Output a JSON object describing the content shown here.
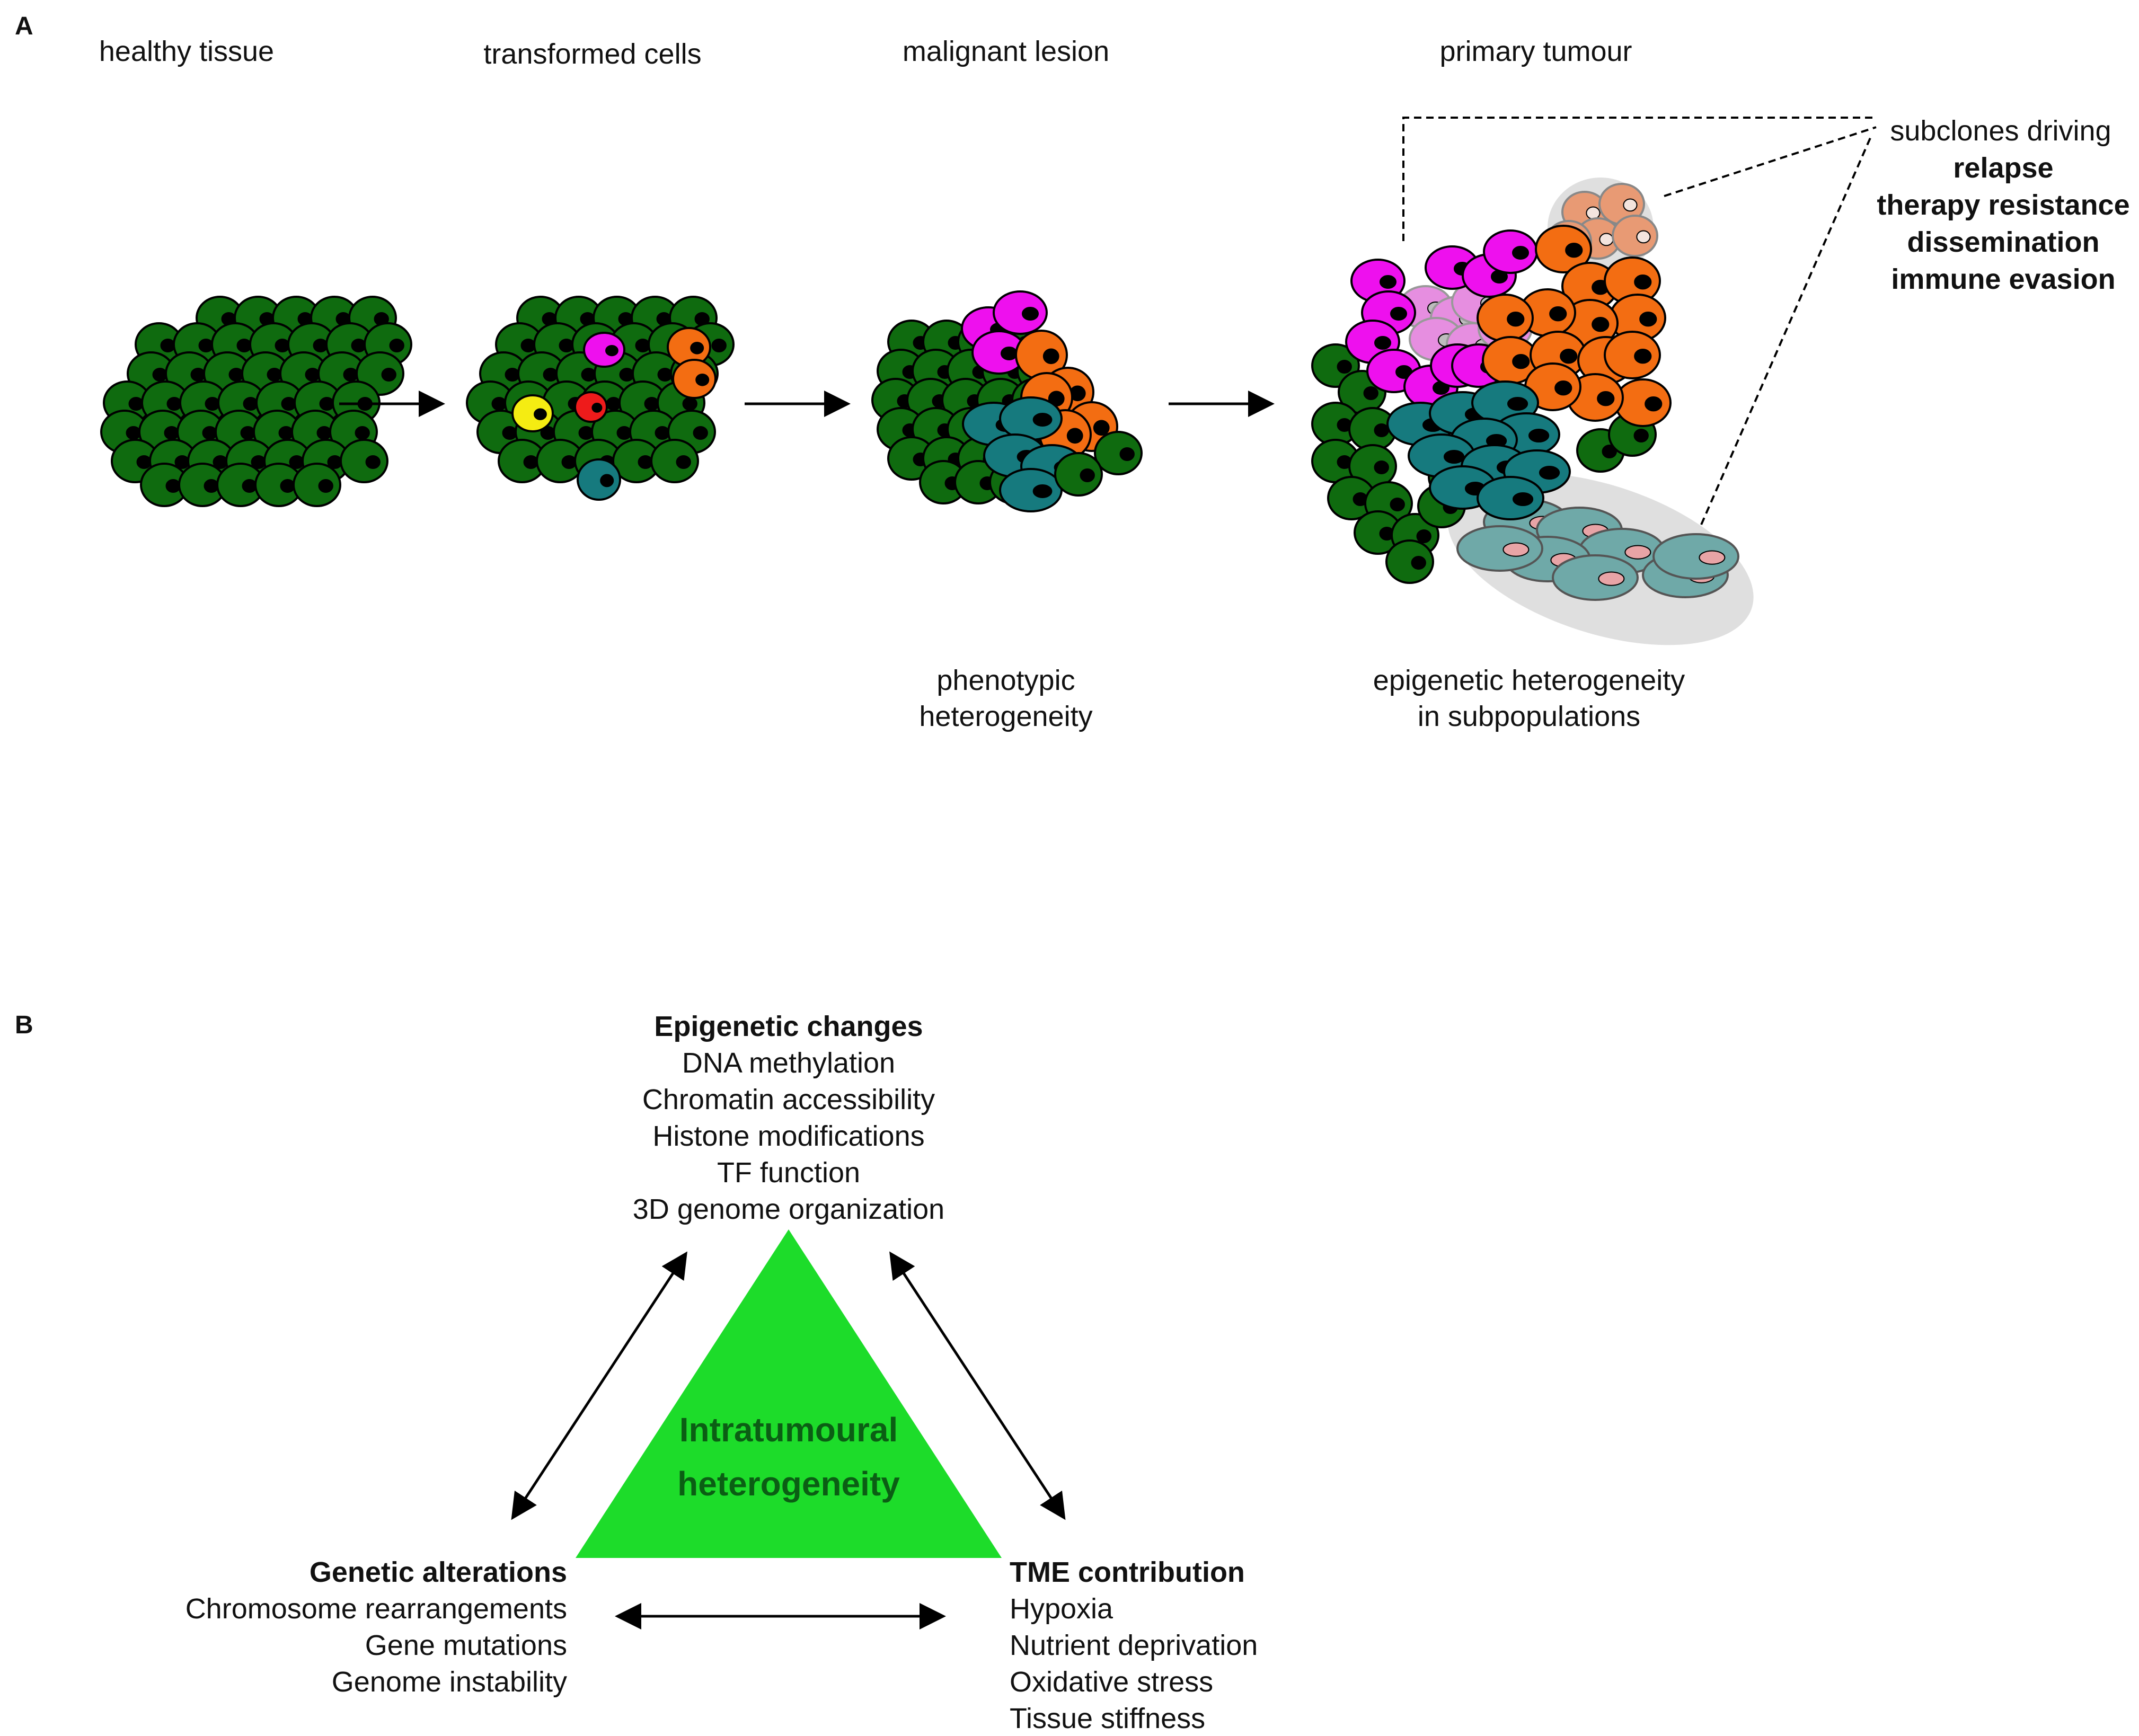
{
  "panel_a": {
    "label": "A",
    "stages": [
      "healthy tissue",
      "transformed cells",
      "malignant lesion",
      "primary tumour"
    ],
    "phenotypic": [
      "phenotypic",
      "heterogeneity"
    ],
    "epigenetic": [
      "epigenetic heterogeneity",
      "in subpopulations"
    ],
    "subclones": {
      "heading": "subclones driving",
      "items": [
        "relapse",
        "therapy resistance",
        "dissemination",
        "immune evasion"
      ]
    }
  },
  "panel_b": {
    "label": "B",
    "center": [
      "Intratumoural",
      "heterogeneity"
    ],
    "epigenetic": {
      "title": "Epigenetic changes",
      "items": [
        "DNA methylation",
        "Chromatin accessibility",
        "Histone modifications",
        "TF function",
        "3D genome organization"
      ]
    },
    "genetic": {
      "title": "Genetic alterations",
      "items": [
        "Chromosome rearrangements",
        "Gene mutations",
        "Genome instability"
      ]
    },
    "tme": {
      "title": "TME contribution",
      "items": [
        "Hypoxia",
        "Nutrient deprivation",
        "Oxidative stress",
        "Tissue stiffness"
      ]
    }
  },
  "colors": {
    "healthy": "#0f6b0f",
    "magenta": "#ee10ee",
    "magenta_light": "#e68ee0",
    "orange": "#f36d12",
    "teal": "#167a7e",
    "yellow": "#f5ec12",
    "red": "#ee1b1b",
    "peach": "#e89a74",
    "teal_faded": "#6fa9a8",
    "pink_nucleus": "#e8a4a6",
    "triangle": "#1ddc2a"
  }
}
